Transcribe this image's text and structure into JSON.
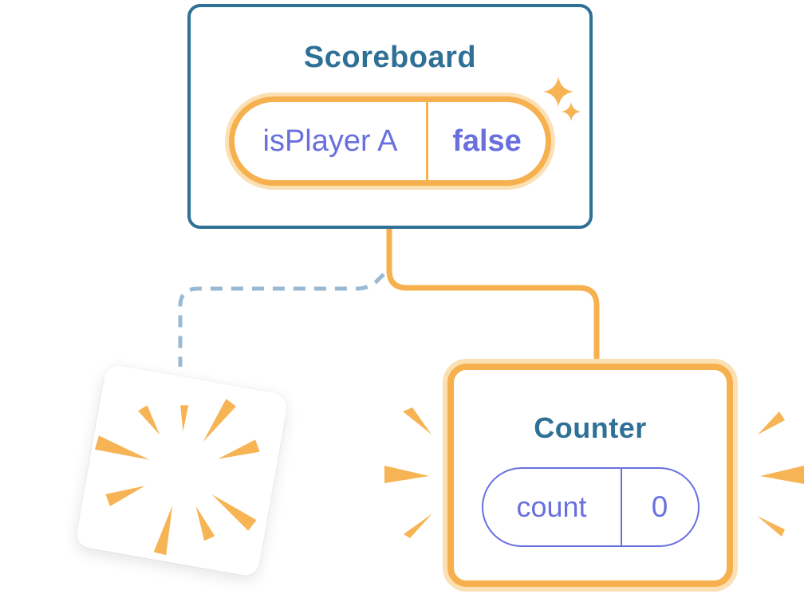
{
  "colors": {
    "bg": "#ffffff",
    "steel-blue": "#2F7096",
    "orange": "#F6B04E",
    "orange-halo": "#FBE0B4",
    "orange-burst": "#F6B455",
    "indigo": "#6970DE",
    "dash-blue": "#9AB9D3"
  },
  "scoreboard": {
    "title": "Scoreboard",
    "state": {
      "key": "isPlayer A",
      "value": "false"
    }
  },
  "counter": {
    "title": "Counter",
    "state": {
      "key": "count",
      "value": "0"
    }
  }
}
